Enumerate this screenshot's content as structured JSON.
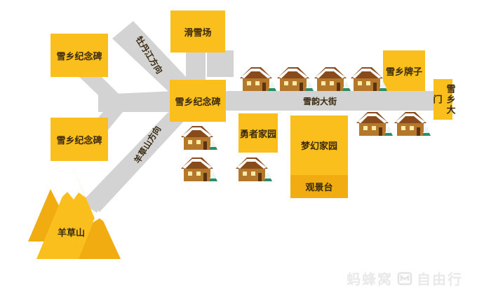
{
  "roads": {
    "peony_river": "牡丹江方向",
    "yangcao_mountain": "羊草山方向",
    "xueyun_street": "雪韵大街"
  },
  "places": {
    "monument_top": "雪乡纪念碑",
    "monument_left": "雪乡纪念碑",
    "monument_center": "雪乡纪念碑",
    "ski_resort": "滑雪场",
    "sign": "雪乡牌子",
    "gate": "雪乡大门",
    "yongzhe_home": "勇者家园",
    "menghuan_home": "梦幻家园",
    "viewing_platform": "观景台",
    "yangcao_mountain": "羊草山"
  },
  "watermark": {
    "brand": "蚂蜂窝",
    "sub": "自由行"
  },
  "colors": {
    "block": "#fbbf1d",
    "block_dark": "#f0ac10",
    "road": "#d3d3d3",
    "house_wall": "#b5782a",
    "roof": "#8a4b1c",
    "snow": "#ffffff",
    "tree": "#2e8b6a"
  },
  "icons": [
    "snow-house-icon",
    "snowy-mountain-icon",
    "watermark-logo-icon"
  ]
}
